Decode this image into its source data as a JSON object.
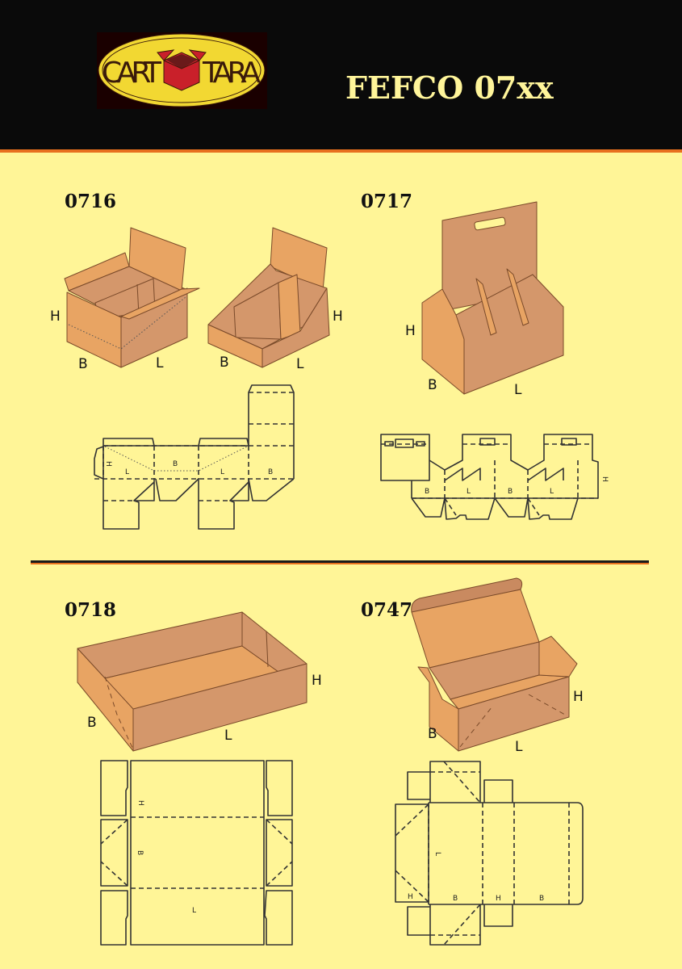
{
  "header": {
    "title": "FEFCO 07xx",
    "logo": {
      "left_text": "CART",
      "right_text": "TARA",
      "colors": {
        "oval": "#f2d832",
        "box": "#c9202a",
        "text": "#3a1a0a"
      }
    }
  },
  "colors": {
    "background": "#fff597",
    "header": "#0a0a0a",
    "accent_rule": "#e8701e",
    "box_face_light": "#e8a463",
    "box_face_dark": "#d4976b"
  },
  "designs": [
    {
      "code": "0716",
      "dims": {
        "h": "H",
        "b": "B",
        "l": "L"
      },
      "dieline_labels": [
        "H",
        "L",
        "B",
        "L",
        "B"
      ]
    },
    {
      "code": "0717",
      "dims": {
        "h": "H",
        "b": "B",
        "l": "L"
      },
      "dieline_labels": [
        "B",
        "L",
        "B",
        "L",
        "H"
      ]
    },
    {
      "code": "0718",
      "dims": {
        "h": "H",
        "b": "B",
        "l": "L"
      },
      "dieline_labels": [
        "H",
        "B",
        "L"
      ]
    },
    {
      "code": "0747",
      "dims": {
        "h": "H",
        "b": "B",
        "l": "L"
      },
      "dieline_labels": [
        "L",
        "H",
        "B",
        "H",
        "B"
      ]
    }
  ]
}
